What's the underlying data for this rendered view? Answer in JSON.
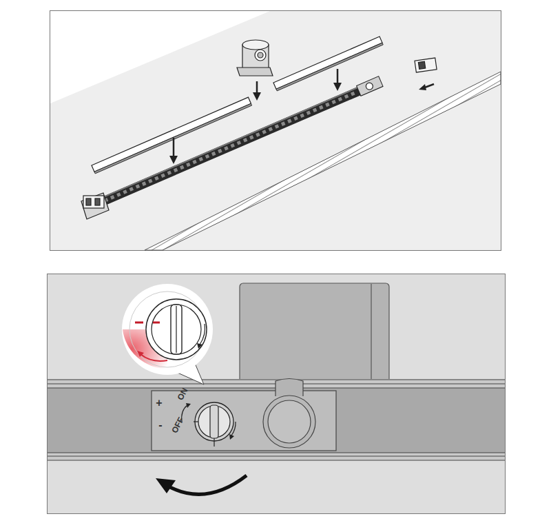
{
  "diagram": {
    "labels": [
      "+",
      "ON",
      "-",
      "OFF"
    ]
  }
}
